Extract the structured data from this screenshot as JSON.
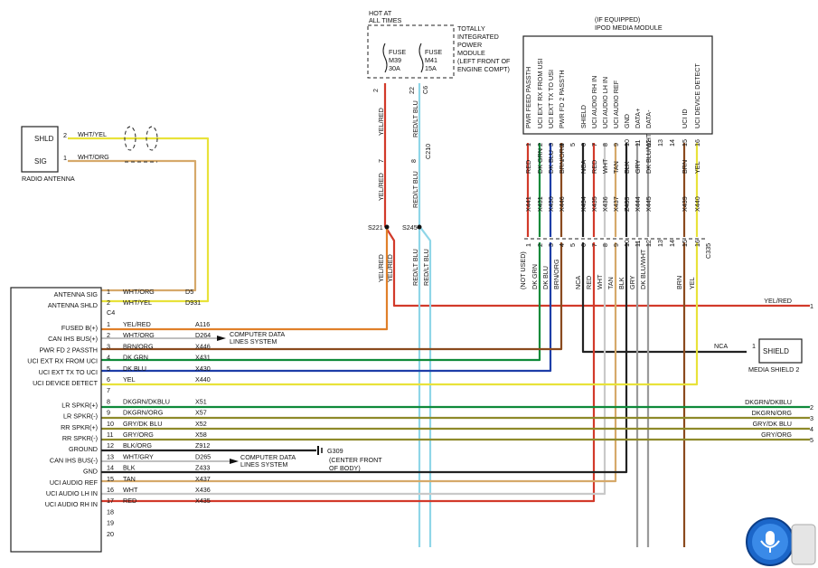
{
  "palette": {
    "red": "#d23a2a",
    "yellow": "#e8e23a",
    "orange": "#e0802a",
    "tan": "#d6a96a",
    "dkgrn": "#0f8a3a",
    "dkblu": "#1e3ea8",
    "ltblu": "#8fd6e8",
    "brn": "#8a4a1e",
    "blk": "#222222",
    "gry": "#9a9a9a",
    "wht": "#c9c9c9",
    "pink": "#e58a8a",
    "olive": "#8e8a2a"
  },
  "hot_at_all_times": [
    "HOT AT",
    "ALL TIMES"
  ],
  "fuse_box_label": [
    "TOTALLY",
    "INTEGRATED",
    "POWER",
    "MODULE",
    "(LEFT FRONT OF",
    "ENGINE COMPT)"
  ],
  "fuses": [
    {
      "lines": [
        "FUSE",
        "M39",
        "30A"
      ]
    },
    {
      "lines": [
        "FUSE",
        "M41",
        "15A"
      ]
    }
  ],
  "fuse_pins": {
    "left": "2",
    "right": "22",
    "connector": "C6"
  },
  "c210": {
    "name": "C210",
    "left_pin": "7",
    "right_pin": "8"
  },
  "splices": [
    "S221",
    "S245"
  ],
  "fuse_wire_labels": {
    "left": "YEL/RED",
    "right": "RED/LT BLU"
  },
  "antenna": {
    "name": "RADIO ANTENNA",
    "pins": [
      {
        "label": "SHLD",
        "num": "2",
        "wire": "WHT/YEL"
      },
      {
        "label": "SIG",
        "num": "1",
        "wire": "WHT/ORG"
      }
    ]
  },
  "ipod": {
    "title": [
      "(IF EQUIPPED)",
      "IPOD MEDIA MODULE"
    ],
    "connector": "C335",
    "pins": [
      {
        "num": "1",
        "func": "PWR FEED PASSTH",
        "color": "red",
        "wire": "RED",
        "circuit": "X441",
        "lower": "(NOT USED)"
      },
      {
        "num": "2",
        "func": "UCI EXT RX FROM USI",
        "color": "dkgrn",
        "wire": "DK GRN",
        "circuit": "X431",
        "lower": "DK GRN"
      },
      {
        "num": "3",
        "func": "UCI EXT TX TO USI",
        "color": "dkblu",
        "wire": "DK BLU",
        "circuit": "X430",
        "lower": "DK BLU"
      },
      {
        "num": "4",
        "func": "PWR FD 2 PASSTH",
        "color": "brn",
        "wire": "BRN/ORG",
        "circuit": "X446",
        "lower": "BRN/ORG"
      },
      {
        "num": "5",
        "func": "",
        "color": "",
        "wire": "",
        "circuit": "",
        "lower": ""
      },
      {
        "num": "6",
        "func": "SHIELD",
        "color": "blk",
        "wire": "NCA",
        "circuit": "X434",
        "lower": "NCA"
      },
      {
        "num": "7",
        "func": "UCI AUDIO RH IN",
        "color": "red",
        "wire": "RED",
        "circuit": "X435",
        "lower": "RED"
      },
      {
        "num": "8",
        "func": "UCI AUDIO LH IN",
        "color": "wht",
        "wire": "WHT",
        "circuit": "X436",
        "lower": "WHT"
      },
      {
        "num": "9",
        "func": "UCI AUDIO REF",
        "color": "tan",
        "wire": "TAN",
        "circuit": "X437",
        "lower": "TAN"
      },
      {
        "num": "10",
        "func": "GND",
        "color": "blk",
        "wire": "BLK",
        "circuit": "Z433",
        "lower": "BLK"
      },
      {
        "num": "11",
        "func": "DATA+",
        "color": "gry",
        "wire": "GRY",
        "circuit": "X444",
        "lower": "GRY"
      },
      {
        "num": "12",
        "func": "DATA-",
        "color": "gry",
        "wire": "DK BLU/WHT",
        "circuit": "X445",
        "lower": "DK BLU/WHT"
      },
      {
        "num": "13",
        "func": "",
        "color": "",
        "wire": "",
        "circuit": "",
        "lower": ""
      },
      {
        "num": "14",
        "func": "",
        "color": "",
        "wire": "",
        "circuit": "",
        "lower": ""
      },
      {
        "num": "15",
        "func": "UCI ID",
        "color": "brn",
        "wire": "BRN",
        "circuit": "X439",
        "lower": "BRN"
      },
      {
        "num": "16",
        "func": "UCI DEVICE DETECT",
        "color": "yellow",
        "wire": "YEL",
        "circuit": "X440",
        "lower": "YEL"
      }
    ]
  },
  "radio": {
    "connector": "C4",
    "top_pins": [
      {
        "label": "ANTENNA SIG",
        "num": "1",
        "wire": "WHT/ORG",
        "circuit": "D5"
      },
      {
        "label": "ANTENNA SHLD",
        "num": "2",
        "wire": "WHT/YEL",
        "circuit": "D931"
      }
    ],
    "pins": [
      {
        "label": "FUSED B(+)",
        "num": "1",
        "wire": "YEL/RED",
        "circuit": "A116"
      },
      {
        "label": "CAN IHS BUS(+)",
        "num": "2",
        "wire": "WHT/ORG",
        "circuit": "D264"
      },
      {
        "label": "PWR FD 2 PASSTH",
        "num": "3",
        "wire": "BRN/ORG",
        "circuit": "X446"
      },
      {
        "label": "UCI EXT RX FROM UCI",
        "num": "4",
        "wire": "DK GRN",
        "circuit": "X431"
      },
      {
        "label": "UCI EXT TX TO UCI",
        "num": "5",
        "wire": "DK BLU",
        "circuit": "X430"
      },
      {
        "label": "UCI DEVICE DETECT",
        "num": "6",
        "wire": "YEL",
        "circuit": "X440"
      },
      {
        "label": "",
        "num": "7",
        "wire": "",
        "circuit": ""
      },
      {
        "label": "LR SPKR(+)",
        "num": "8",
        "wire": "DKGRN/DKBLU",
        "circuit": "X51"
      },
      {
        "label": "LR SPKR(-)",
        "num": "9",
        "wire": "DKGRN/ORG",
        "circuit": "X57"
      },
      {
        "label": "RR SPKR(+)",
        "num": "10",
        "wire": "GRY/DK BLU",
        "circuit": "X52"
      },
      {
        "label": "RR SPKR(-)",
        "num": "11",
        "wire": "GRY/ORG",
        "circuit": "X58"
      },
      {
        "label": "GROUND",
        "num": "12",
        "wire": "BLK/ORG",
        "circuit": "Z912"
      },
      {
        "label": "CAN IHS BUS(-)",
        "num": "13",
        "wire": "WHT/GRY",
        "circuit": "D265"
      },
      {
        "label": "GND",
        "num": "14",
        "wire": "BLK",
        "circuit": "Z433"
      },
      {
        "label": "UCI AUDIO REF",
        "num": "15",
        "wire": "TAN",
        "circuit": "X437"
      },
      {
        "label": "UCI AUDIO LH IN",
        "num": "16",
        "wire": "WHT",
        "circuit": "X436"
      },
      {
        "label": "UCI AUDIO RH IN",
        "num": "17",
        "wire": "RED",
        "circuit": "X435"
      },
      {
        "label": "",
        "num": "18",
        "wire": "",
        "circuit": ""
      },
      {
        "label": "",
        "num": "19",
        "wire": "",
        "circuit": ""
      },
      {
        "label": "",
        "num": "20",
        "wire": "",
        "circuit": ""
      }
    ]
  },
  "computer_data": [
    "COMPUTER DATA",
    "LINES SYSTEM"
  ],
  "ground": {
    "name": "G309",
    "desc": [
      "(CENTER FRONT",
      "OF BODY)"
    ]
  },
  "right_exits": [
    {
      "label": "YEL/RED",
      "num": "1"
    },
    {
      "label": "DKGRN/DKBLU",
      "num": "2"
    },
    {
      "label": "DKGRN/ORG",
      "num": "3"
    },
    {
      "label": "GRY/DK BLU",
      "num": "4"
    },
    {
      "label": "GRY/ORG",
      "num": "5"
    }
  ],
  "media_shield": {
    "name": "SHIELD",
    "pin": "1",
    "wire": "NCA",
    "caption": "MEDIA SHIELD 2"
  }
}
